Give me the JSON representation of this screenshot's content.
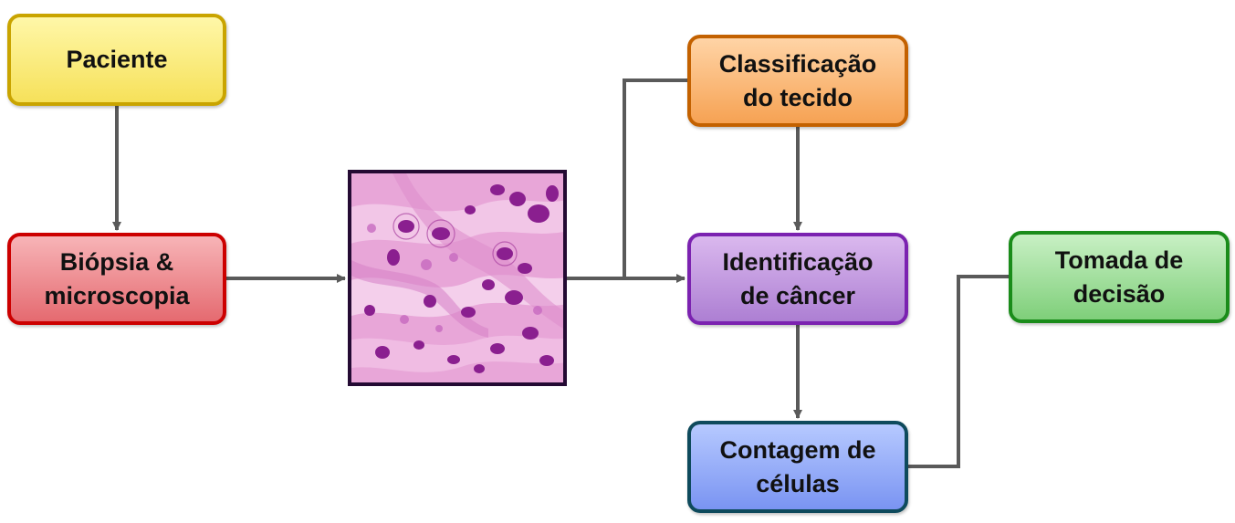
{
  "diagram": {
    "nodes": {
      "paciente": {
        "label": "Paciente"
      },
      "biopsia": {
        "label": "Biópsia &\nmicroscopia"
      },
      "classificacao": {
        "label": "Classificação\ndo tecido"
      },
      "identificacao": {
        "label": "Identificação\nde câncer"
      },
      "contagem": {
        "label": "Contagem de\ncélulas"
      },
      "tomada": {
        "label": "Tomada de\ndecisão"
      }
    },
    "image": {
      "name": "histology-image",
      "description_color": "#e7a0d6"
    },
    "edges": [
      {
        "from": "paciente",
        "to": "biopsia",
        "arrow": true
      },
      {
        "from": "biopsia",
        "to": "histology-image",
        "arrow": true
      },
      {
        "from": "histology-image",
        "to": "identificacao",
        "arrow": true
      },
      {
        "from": "histology-image",
        "to": "classificacao",
        "arrow": false
      },
      {
        "from": "classificacao",
        "to": "identificacao",
        "arrow": true
      },
      {
        "from": "identificacao",
        "to": "contagem",
        "arrow": true
      },
      {
        "from": "contagem",
        "to": "tomada",
        "arrow": false
      }
    ],
    "colors": {
      "connector": "#5a5a5a",
      "paciente_border": "#c9a400",
      "biopsia_border": "#cc0000",
      "classificacao_border": "#c36100",
      "identificacao_border": "#7b22b0",
      "contagem_border": "#0e4a5c",
      "tomada_border": "#1a8c1a"
    }
  }
}
